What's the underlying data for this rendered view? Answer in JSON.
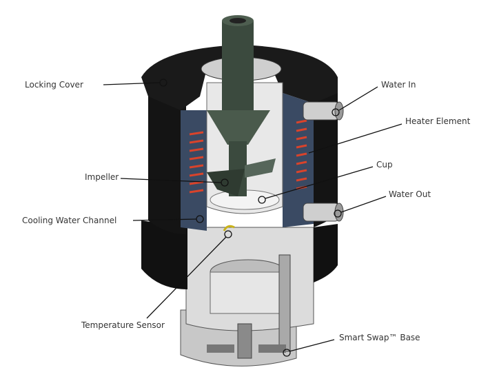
{
  "labels": {
    "locking_cover": "Locking Cover",
    "water_in": "Water In",
    "heater_element": "Heater Element",
    "impeller": "Impeller",
    "cup": "Cup",
    "water_out": "Water Out",
    "cooling_water_channel": "Cooling Water Channel",
    "temperature_sensor": "Temperature Sensor",
    "smart_swap_base": "Smart Swap™ Base"
  },
  "colors": {
    "housing": "#111111",
    "channel": "#3a4a63",
    "heater": "#d9432b",
    "metal": "#d6d6d6",
    "shaft": "#3b4a3e"
  }
}
